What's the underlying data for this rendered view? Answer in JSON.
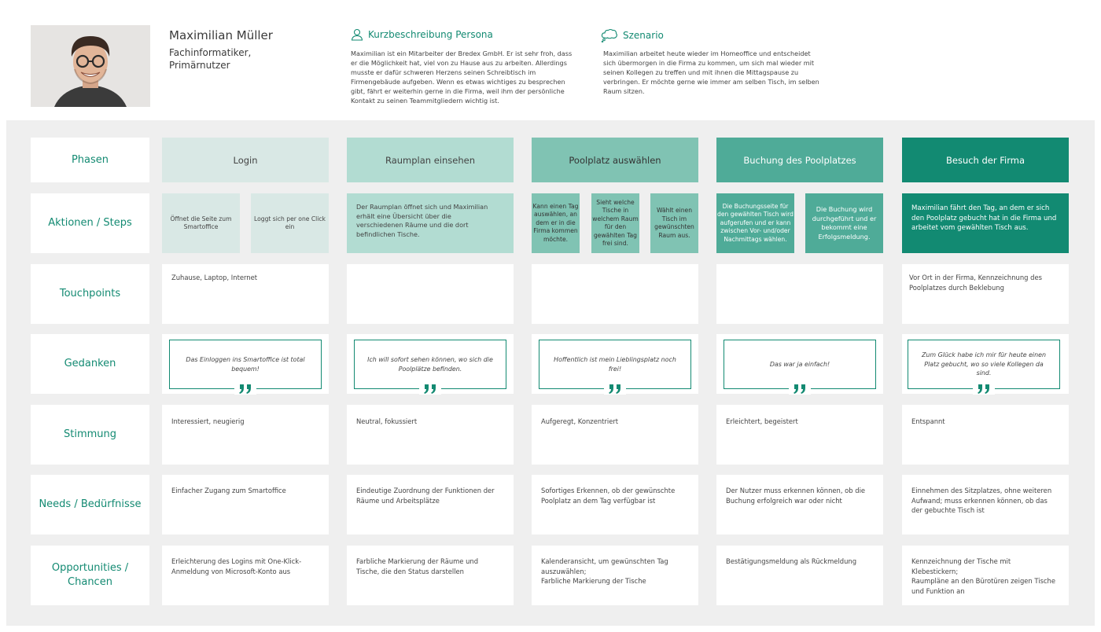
{
  "persona": {
    "name": "Maximilian Müller",
    "role_lines": [
      "Fachinformatiker,",
      "Primärnutzer"
    ],
    "photo_icon": "person-portrait-photo"
  },
  "description": {
    "title": "Kurzbeschreibung Persona",
    "icon": "person-outline-icon",
    "lines": [
      "Maximilian ist ein Mitarbeiter der Bredex GmbH. Er ist sehr froh, dass",
      "er die Möglichkeit hat, viel von zu Hause aus zu arbeiten. Allerdings",
      "musste er dafür schweren Herzens seinen Schreibtisch im",
      "Firmengebäude aufgeben. Wenn es etwas wichtiges zu besprechen",
      "gibt, fährt er weiterhin gerne in die Firma, weil ihm der persönliche",
      "Kontakt zu seinen Teammitgliedern wichtig ist."
    ]
  },
  "scenario": {
    "title": "Szenario",
    "icon": "thought-cloud-icon",
    "lines": [
      "Maximilian arbeitet heute wieder im Homeoffice und entscheidet",
      "sich übermorgen in die Firma zu kommen, um sich mal wieder mit",
      "seinen Kollegen zu treffen und mit ihnen die Mittagspause zu",
      "verbringen. Er möchte gerne wie immer am selben Tisch, im selben",
      "Raum sitzen."
    ]
  },
  "row_labels": {
    "phases": [
      "Phasen"
    ],
    "actions": [
      "Aktionen / Steps"
    ],
    "touchpoints": [
      "Touchpoints"
    ],
    "thoughts": [
      "Gedanken"
    ],
    "mood": [
      "Stimmung"
    ],
    "needs": [
      "Needs / Bedürfnisse"
    ],
    "opportunities": [
      "Opportunities /",
      "Chancen"
    ]
  },
  "phases": [
    {
      "label": "Login",
      "color": "#d9e8e5",
      "text_color": "#444444"
    },
    {
      "label": "Raumplan einsehen",
      "color": "#b2dcd2",
      "text_color": "#444444"
    },
    {
      "label": "Poolplatz auswählen",
      "color": "#80c3b3",
      "text_color": "#333333"
    },
    {
      "label": "Buchung des Poolplatzes",
      "color": "#4fab98",
      "text_color": "#ffffff"
    },
    {
      "label": "Besuch der Firma",
      "color": "#128a72",
      "text_color": "#ffffff"
    }
  ],
  "actions": {
    "login": [
      [
        "Öffnet die Seite zum",
        "Smartoffice"
      ],
      [
        "Loggt sich per one Click",
        "ein"
      ]
    ],
    "raumplan": [
      "Der Raumplan öffnet sich und Maximilian",
      "erhält eine Übersicht über die",
      "verschiedenen Räume und die dort",
      "befindlichen Tische."
    ],
    "poolplatz": [
      [
        "Kann einen Tag",
        "auswählen, an",
        "dem er in die",
        "Firma kommen",
        "möchte."
      ],
      [
        "Sieht welche",
        "Tische in",
        "welchem Raum",
        "für den",
        "gewählten Tag",
        "frei sind."
      ],
      [
        "Wählt einen",
        "Tisch im",
        "gewünschten",
        "Raum aus."
      ]
    ],
    "buchung": [
      [
        "Die Buchungsseite für",
        "den gewählten Tisch wird",
        "aufgerufen und er kann",
        "zwischen Vor- und/oder",
        "Nachmittags wählen."
      ],
      [
        "Die Buchung wird",
        "durchgeführt und er",
        "bekommt eine",
        "Erfolgsmeldung."
      ]
    ],
    "besuch": [
      "Maximilian fährt den Tag, an dem er sich",
      "den Poolplatz gebucht hat in die Firma und",
      "arbeitet vom gewählten Tisch aus."
    ]
  },
  "touchpoints": [
    [
      "Zuhause, Laptop, Internet"
    ],
    [],
    [],
    [],
    [
      "Vor Ort in der Firma, Kennzeichnung des",
      "Poolplatzes durch Beklebung"
    ]
  ],
  "thoughts": [
    [
      "Das Einloggen ins Smartoffice ist total",
      "bequem!"
    ],
    [
      "Ich will sofort sehen können, wo sich die",
      "Poolplätze befinden."
    ],
    [
      "Hoffentlich ist mein Lieblingsplatz noch",
      "frei!"
    ],
    [
      "Das war ja einfach!"
    ],
    [
      "Zum Glück habe ich mir für heute einen",
      "Platz gebucht, wo so viele Kollegen da",
      "sind."
    ]
  ],
  "quote_icon": "closing-quote-icon",
  "mood": [
    [
      "Interessiert, neugierig"
    ],
    [
      "Neutral, fokussiert"
    ],
    [
      "Aufgeregt, Konzentriert"
    ],
    [
      "Erleichtert, begeistert"
    ],
    [
      "Entspannt"
    ]
  ],
  "needs": [
    [
      "Einfacher Zugang zum Smartoffice"
    ],
    [
      "Eindeutige Zuordnung der Funktionen der",
      "Räume und Arbeitsplätze"
    ],
    [
      "Sofortiges Erkennen, ob der gewünschte",
      "Poolplatz an dem Tag verfügbar ist"
    ],
    [
      "Der Nutzer muss erkennen können, ob die",
      "Buchung erfolgreich war oder nicht"
    ],
    [
      "Einnehmen des Sitzplatzes, ohne weiteren",
      "Aufwand; muss erkennen können, ob das",
      "der gebuchte Tisch ist"
    ]
  ],
  "opportunities": [
    [
      "Erleichterung des Logins mit One-Klick-",
      "Anmeldung von Microsoft-Konto aus"
    ],
    [
      "Farbliche Markierung der Räume und",
      "Tische, die den Status darstellen"
    ],
    [
      "Kalenderansicht, um gewünschten Tag",
      "auszuwählen;",
      "Farbliche Markierung der Tische"
    ],
    [
      "Bestätigungsmeldung als Rückmeldung"
    ],
    [
      "Kennzeichnung der Tische mit",
      "Klebestickern;",
      "Raumpläne an den Bürotüren zeigen Tische",
      "und Funktion an"
    ]
  ]
}
